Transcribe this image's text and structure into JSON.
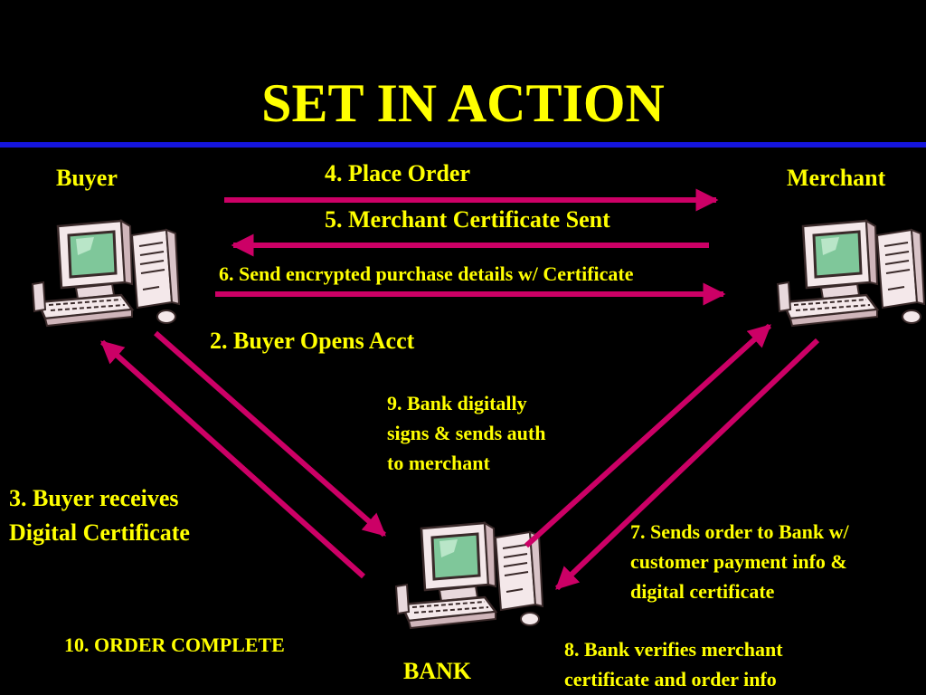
{
  "title": "SET IN ACTION",
  "colors": {
    "background": "#000000",
    "text": "#ffff00",
    "arrow": "#cc0066",
    "rule": "#1515dd"
  },
  "nodes": {
    "buyer": "Buyer",
    "merchant": "Merchant",
    "bank": "BANK"
  },
  "icons": [
    "buyer-computer-icon",
    "merchant-computer-icon",
    "bank-computer-icon"
  ],
  "steps": {
    "s2": "2. Buyer Opens Acct",
    "s3": [
      "3. Buyer receives",
      "Digital Certificate"
    ],
    "s4": "4. Place Order",
    "s5": "5. Merchant Certificate Sent",
    "s6": "6. Send encrypted purchase details w/ Certificate",
    "s7": [
      "7. Sends order to Bank w/",
      "customer payment info &",
      "digital certificate"
    ],
    "s8": [
      "8. Bank verifies  merchant",
      "certificate and order info"
    ],
    "s9": [
      "9. Bank digitally",
      "signs & sends auth",
      "to merchant"
    ],
    "s10": "10. ORDER COMPLETE"
  }
}
